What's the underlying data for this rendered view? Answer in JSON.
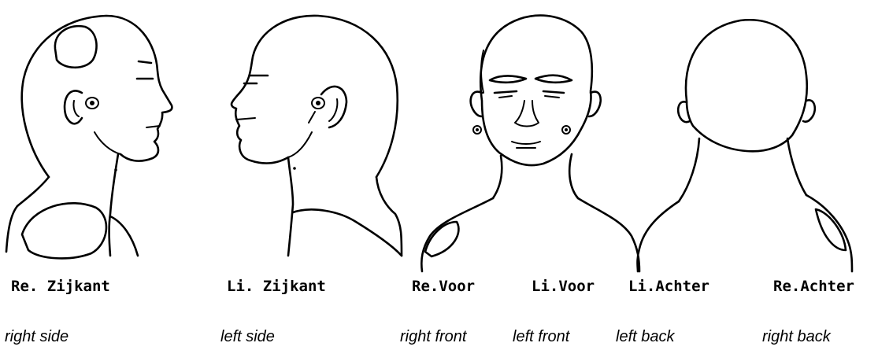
{
  "views": [
    {
      "id": "right-side",
      "label_nl": "Re. Zijkant",
      "label_en": "right side"
    },
    {
      "id": "left-side",
      "label_nl": "Li. Zijkant",
      "label_en": "left side"
    },
    {
      "id": "front-right",
      "label_nl": "Re.Voor",
      "label_en": "right front"
    },
    {
      "id": "front-left",
      "label_nl": "Li.Voor",
      "label_en": "left front"
    },
    {
      "id": "back-left",
      "label_nl": "Li.Achter",
      "label_en": "left back"
    },
    {
      "id": "back-right",
      "label_nl": "Re.Achter",
      "label_en": "right back"
    }
  ]
}
